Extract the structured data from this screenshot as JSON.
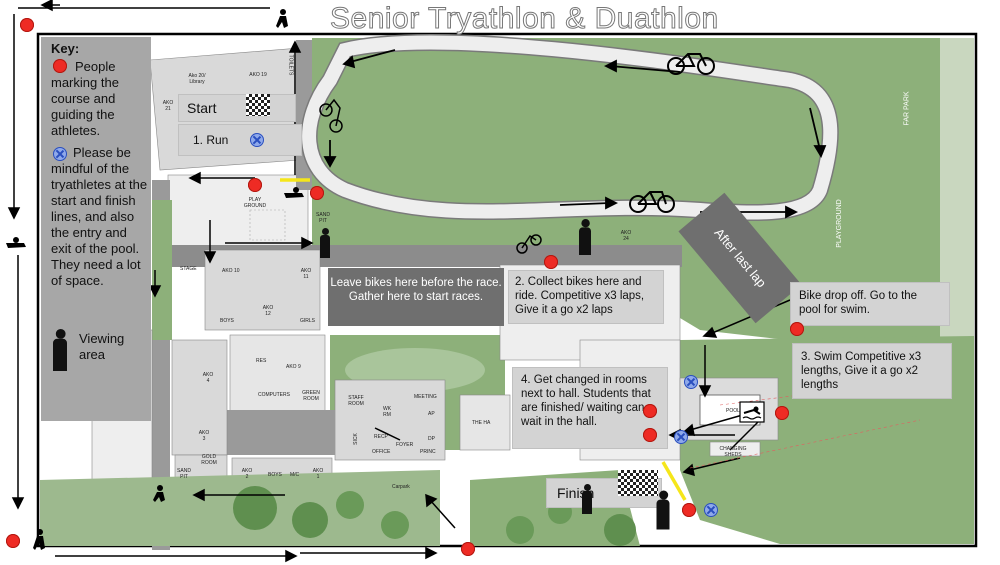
{
  "title": "Senior Tryathlon & Duathlon",
  "key": {
    "heading": "Key:",
    "marker_text": "People marking the course and guiding the athletes.",
    "mindful_text": "Please be mindful of the tryathletes at the start and finish lines, and also the entry and exit of the pool. They need a lot of space.",
    "viewing_text": "Viewing area"
  },
  "callouts": {
    "start": "Start",
    "run": "1. Run",
    "leave_bikes": "Leave bikes here before the race. Gather here to start races.",
    "collect_bikes": "2. Collect bikes here and ride. Competitive x3 laps, Give it a go x2 laps",
    "after_last_lap": "After last lap",
    "bike_drop": "Bike drop off. Go to the pool for swim.",
    "swim": "3. Swim Competitive x3 lengths, Give it a go x2 lengths",
    "changed": "4. Get changed in rooms next to hall. Students that are finished/ waiting can wait in the hall.",
    "finish": "Finish"
  },
  "map_labels": {
    "ako20": "Ako 20/ Library",
    "ako19": "AKO 19",
    "ako21": "AKO 21",
    "toilets": "TOILETS",
    "playground_top": "PLAY GROUND",
    "sandpit_top": "SAND PIT",
    "ako24": "AKO 24",
    "far_park": "FAR PARK",
    "playground_right": "PLAYGROUND",
    "stage": "STAGE",
    "ako10": "AKO 10",
    "ako11": "AKO 11",
    "ako12": "AKO 12",
    "boys": "BOYS",
    "girls": "GIRLS",
    "res": "RES",
    "ako9": "AKO 9",
    "computers": "COMPUTERS",
    "green_room": "GREEN ROOM",
    "ako4": "AKO 4",
    "ako3": "AKO 3",
    "gold_room": "GOLD ROOM",
    "sandpit_bottom": "SAND PIT",
    "staff_room": "STAFF ROOM",
    "wk_rm": "WK RM",
    "meeting": "MEETING",
    "ap": "AP",
    "dp": "DP",
    "recp": "RECP",
    "foyer": "FOYER",
    "office": "OFFICE",
    "princ": "PRINC",
    "sick": "SICK",
    "ako2": "AKO 2",
    "ako1": "AKO 1",
    "boys_mc": "BOYS",
    "mc": "M/C",
    "carpark": "Carpark",
    "pool": "POOL",
    "changing_sheds": "CHANGING SHEDS",
    "the_hall": "THE HA"
  },
  "colors": {
    "marker": "#ee2b24",
    "mindful": "#8fa9ea",
    "grass": "#8db07a",
    "track": "#eeeeee",
    "building": "#d9d9d9",
    "paving": "#9a9a9a"
  },
  "icons": [
    "red-marker-dot",
    "blue-x-marker",
    "runner-icon",
    "bicycle-icon",
    "spectator-icon",
    "checkered-flag-icon",
    "swimmer-icon",
    "arrow-icon"
  ]
}
